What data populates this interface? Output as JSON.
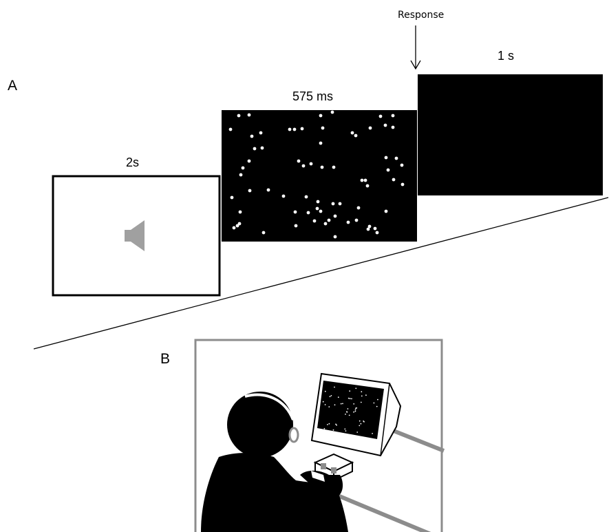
{
  "panel_a": {
    "letter": "A",
    "response_label": "Response",
    "screens": [
      {
        "duration": "2s",
        "content": "speaker-icon",
        "background": "#ffffff"
      },
      {
        "duration": "575 ms",
        "content": "random-dots",
        "background": "#000000"
      },
      {
        "duration": "1 s",
        "content": "blank",
        "background": "#000000"
      }
    ]
  },
  "panel_b": {
    "letter": "B",
    "scene": [
      "participant-with-headphones",
      "monitor-with-dots",
      "response-box"
    ]
  },
  "colors": {
    "speaker": "#a0a0a0",
    "frame": "#8c8c8c",
    "dots": "#ffffff"
  }
}
